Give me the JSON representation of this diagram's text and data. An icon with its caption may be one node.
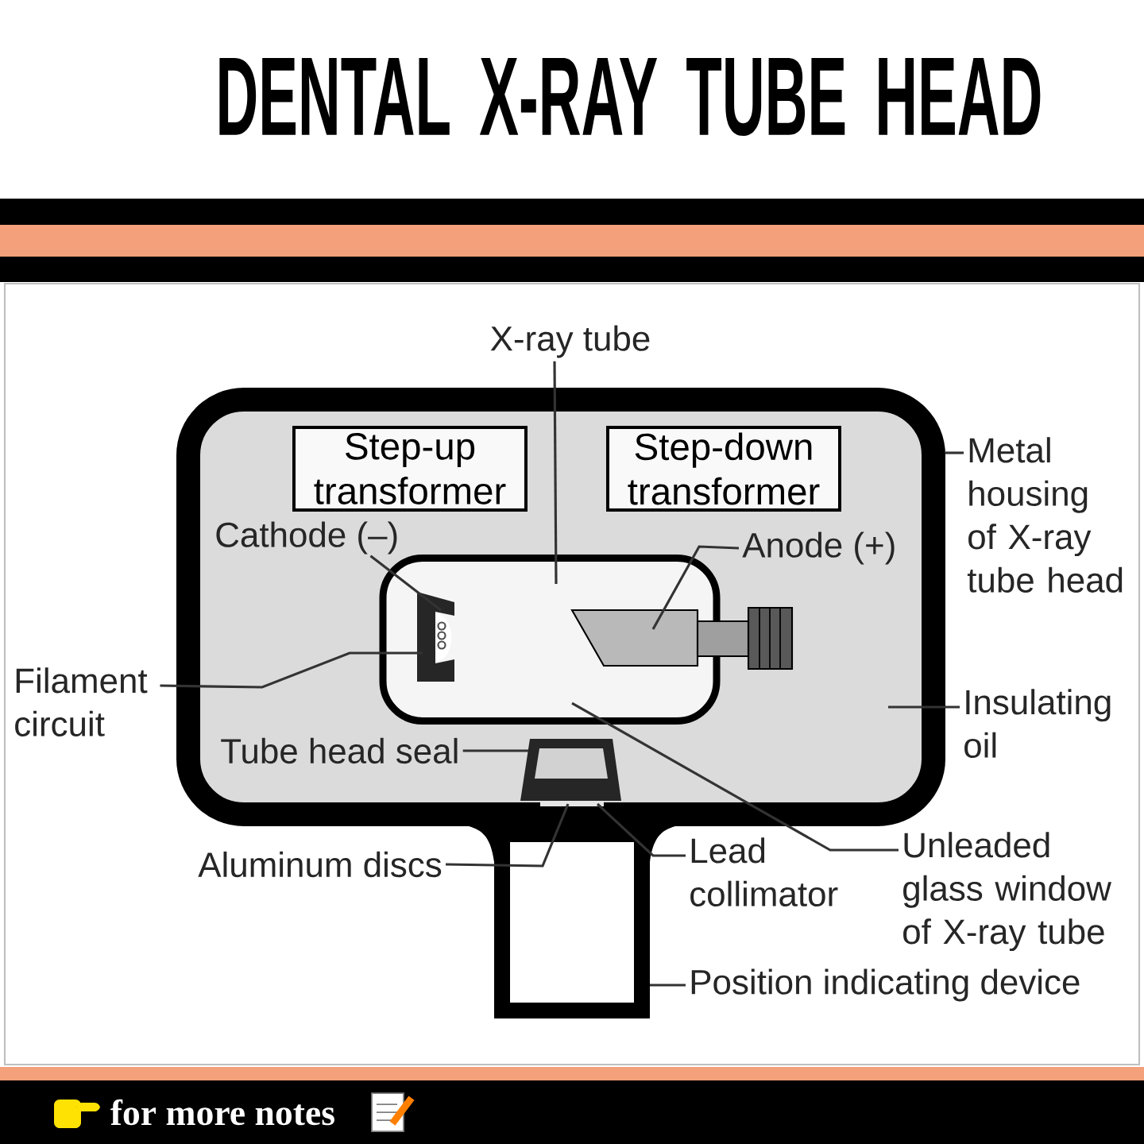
{
  "diagram": {
    "title": "DENTAL X-RAY TUBE HEAD",
    "nodes": [
      {
        "text": [],
        "shape": "box"
      },
      {
        "text": [
          "Step-up transformer"
        ],
        "in": 0
      },
      {
        "text": [
          "Step-down transformer"
        ],
        "in": 0
      },
      {
        "text": [],
        "shape": "box",
        "in": 0
      },
      {
        "text": [],
        "shape": "box"
      },
      {
        "text": [
          "X-ray tube"
        ]
      },
      {
        "text": [
          "Metal housing of X-ray tube head"
        ]
      },
      {
        "text": [
          "Cathode (–)"
        ],
        "in": 0
      },
      {
        "text": [
          "Anode (+)"
        ],
        "in": 0
      },
      {
        "text": [
          "Filament circuit"
        ]
      },
      {
        "text": [
          "Insulating oil"
        ]
      },
      {
        "text": [
          "Tube head seal"
        ],
        "in": 0
      },
      {
        "text": [
          "Aluminum discs"
        ]
      },
      {
        "text": [
          "Lead collimator"
        ]
      },
      {
        "text": [
          "Unleaded glass window of X-ray tube"
        ]
      },
      {
        "text": [
          "Position indicating device"
        ]
      }
    ],
    "edges": [
      {
        "from": 5,
        "to": 3,
        "arrow": "none"
      },
      {
        "from": 6,
        "to": 0,
        "arrow": "none"
      },
      {
        "from": 7,
        "to": 3,
        "arrow": "none"
      },
      {
        "from": 8,
        "to": 3,
        "arrow": "none"
      },
      {
        "from": 9,
        "to": 3,
        "arrow": "none"
      },
      {
        "from": 10,
        "to": null,
        "arrow": "none"
      },
      {
        "from": 11,
        "to": null,
        "arrow": "none"
      },
      {
        "from": 12,
        "to": 0,
        "arrow": "none"
      },
      {
        "from": 13,
        "to": 0,
        "arrow": "none"
      },
      {
        "from": 14,
        "to": 3,
        "arrow": "none"
      },
      {
        "from": 15,
        "to": 4,
        "arrow": "none"
      }
    ],
    "labels": [
      "for more notes"
    ]
  }
}
